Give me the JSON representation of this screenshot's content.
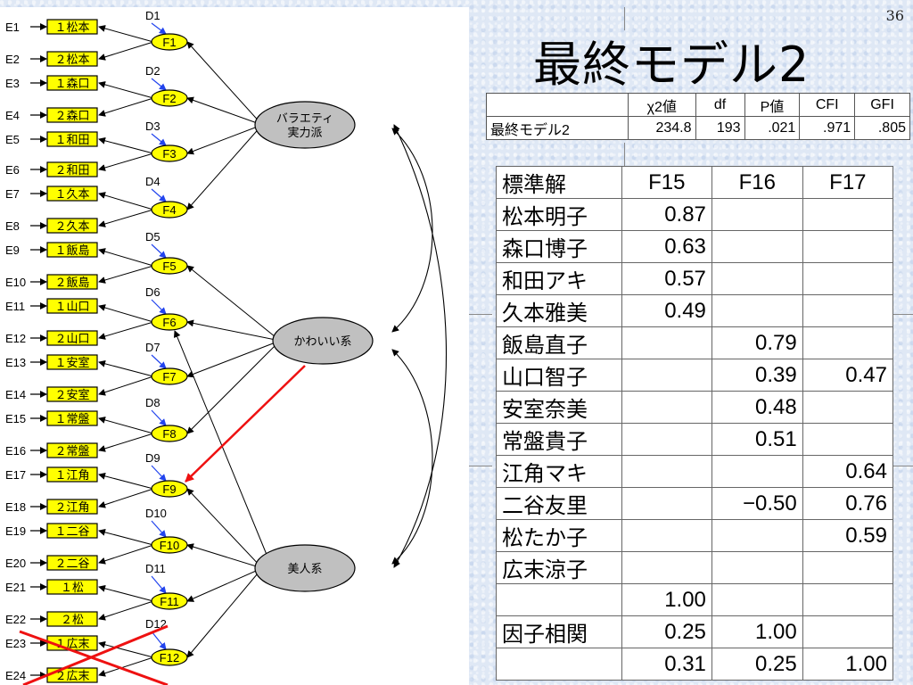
{
  "page_number": "36",
  "title": "最終モデル2",
  "fit_table": {
    "headers": [
      "",
      "χ2値",
      "df",
      "P値",
      "CFI",
      "GFI"
    ],
    "row": [
      "最終モデル2",
      "234.8",
      "193",
      ".021",
      ".971",
      ".805"
    ]
  },
  "loading_table": {
    "headers": [
      "標準解",
      "F15",
      "F16",
      "F17"
    ],
    "rows": [
      [
        "松本明子",
        "0.87",
        "",
        ""
      ],
      [
        "森口博子",
        "0.63",
        "",
        ""
      ],
      [
        "和田アキ",
        "0.57",
        "",
        ""
      ],
      [
        "久本雅美",
        "0.49",
        "",
        ""
      ],
      [
        "飯島直子",
        "",
        "0.79",
        ""
      ],
      [
        "山口智子",
        "",
        "0.39",
        "0.47"
      ],
      [
        "安室奈美",
        "",
        "0.48",
        ""
      ],
      [
        "常盤貴子",
        "",
        "0.51",
        ""
      ],
      [
        "江角マキ",
        "",
        "",
        "0.64"
      ],
      [
        "二谷友里",
        "",
        "−0.50",
        "0.76"
      ],
      [
        "松たか子",
        "",
        "",
        "0.59"
      ],
      [
        "広末涼子",
        "",
        "",
        ""
      ],
      [
        "",
        "1.00",
        "",
        ""
      ],
      [
        "因子相関",
        "0.25",
        "1.00",
        ""
      ],
      [
        "",
        "0.31",
        "0.25",
        "1.00"
      ]
    ]
  },
  "diagram": {
    "errors": [
      "E1",
      "E2",
      "E3",
      "E4",
      "E5",
      "E6",
      "E7",
      "E8",
      "E9",
      "E10",
      "E11",
      "E12",
      "E13",
      "E14",
      "E15",
      "E16",
      "E17",
      "E18",
      "E19",
      "E20",
      "E21",
      "E22",
      "E23",
      "E24"
    ],
    "items": [
      "１松本",
      "２松本",
      "１森口",
      "２森口",
      "１和田",
      "２和田",
      "１久本",
      "２久本",
      "１飯島",
      "２飯島",
      "１山口",
      "２山口",
      "１安室",
      "２安室",
      "１常盤",
      "２常盤",
      "１江角",
      "２江角",
      "１二谷",
      "２二谷",
      "１松",
      "２松",
      "１広末",
      "２広末"
    ],
    "factors": [
      "F1",
      "F2",
      "F3",
      "F4",
      "F5",
      "F6",
      "F7",
      "F8",
      "F9",
      "F10",
      "F11",
      "F12"
    ],
    "disturbances": [
      "D1",
      "D2",
      "D3",
      "D4",
      "D5",
      "D6",
      "D7",
      "D8",
      "D9",
      "D10",
      "D11",
      "D12"
    ],
    "latent": [
      {
        "line1": "バラエティ",
        "line2": "実力派"
      },
      {
        "line1": "かわいい系",
        "line2": ""
      },
      {
        "line1": "美人系",
        "line2": ""
      }
    ],
    "colors": {
      "item_fill": "#ffff00",
      "factor_fill": "#ffff00",
      "latent_fill": "#c0c0c0",
      "disturbance_arrow": "#2244ee",
      "highlight": "#ee1111"
    }
  }
}
